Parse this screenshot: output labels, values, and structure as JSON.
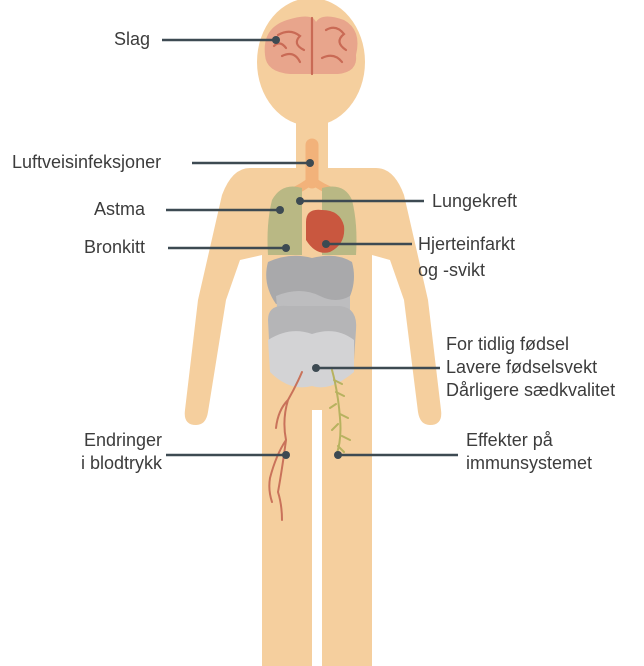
{
  "labels": {
    "slag": "Slag",
    "luftveisinfeksjoner": "Luftveisinfeksjoner",
    "astma": "Astma",
    "bronkitt": "Bronkitt",
    "endringer_1": "Endringer",
    "endringer_2": "i blodtrykk",
    "lungekreft": "Lungekreft",
    "hjerte_1": "Hjerteinfarkt",
    "hjerte_2": "og -svikt",
    "fodsel_1": "For tidlig fødsel",
    "fodsel_2": "Lavere fødselsvekt",
    "fodsel_3": "Dårligere sædkvalitet",
    "immun_1": "Effekter på",
    "immun_2": "immunsystemet"
  },
  "colors": {
    "skin": "#f5cf9e",
    "brain": "#e8a58c",
    "brain_lines": "#c96a55",
    "trachea": "#f2b27a",
    "lungs": "#b9b884",
    "heart": "#c9573f",
    "organs_dark": "#a9a9ab",
    "organs_light": "#d3d3d5",
    "vein": "#c9725a",
    "nerve": "#b7b25f",
    "line": "#3d4a52",
    "text": "#3c3c3c"
  }
}
